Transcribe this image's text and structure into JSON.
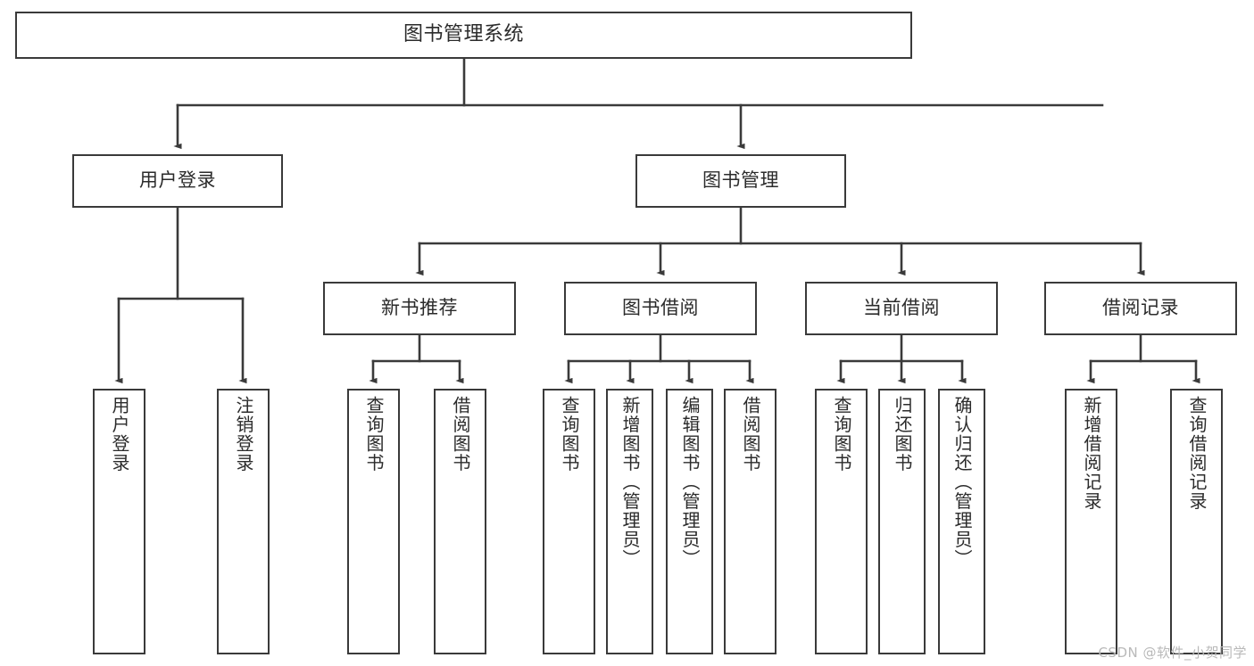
{
  "diagram": {
    "title": "图书管理系统",
    "type": "tree-hierarchy-chart",
    "colors": {
      "box_border": "#3a3a3a",
      "box_fill": "#ffffff",
      "edge": "#3a3a3a",
      "text": "#2b2b2b",
      "background": "#ffffff",
      "watermark": "#b9b9b9"
    },
    "watermark": "CSDN @软件_小贺同学"
  },
  "nodes": {
    "root": {
      "label": "图书管理系统"
    },
    "level2": [
      {
        "label": "用户登录"
      },
      {
        "label": "图书管理"
      }
    ],
    "level3": [
      {
        "label": "新书推荐"
      },
      {
        "label": "图书借阅"
      },
      {
        "label": "当前借阅"
      },
      {
        "label": "借阅记录"
      }
    ],
    "leaves": {
      "user_login": [
        {
          "label": "用户登录"
        },
        {
          "label": "注销登录"
        }
      ],
      "new_book_recommend": [
        {
          "label": "查询图书"
        },
        {
          "label": "借阅图书"
        }
      ],
      "book_borrow": [
        {
          "label": "查询图书"
        },
        {
          "label": "新增图书（管理员）"
        },
        {
          "label": "编辑图书（管理员）"
        },
        {
          "label": "借阅图书"
        }
      ],
      "current_borrow": [
        {
          "label": "查询图书"
        },
        {
          "label": "归还图书"
        },
        {
          "label": "确认归还（管理员）"
        }
      ],
      "borrow_records": [
        {
          "label": "新增借阅记录"
        },
        {
          "label": "查询借阅记录"
        }
      ]
    }
  }
}
